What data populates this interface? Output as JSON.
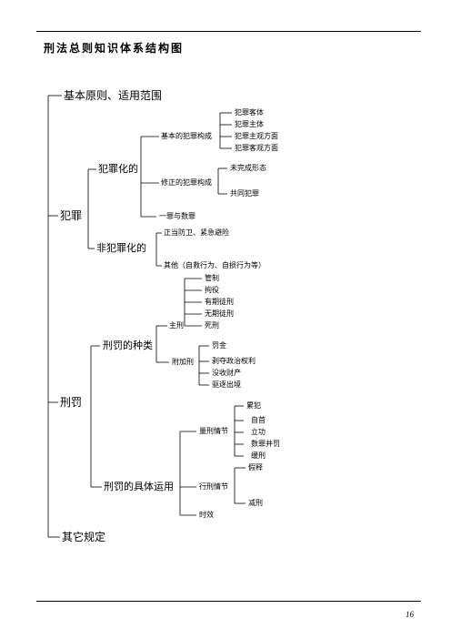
{
  "document": {
    "title": "刑法总则知识体系结构图",
    "page_number": "16"
  },
  "tree": {
    "basic_principles": "基本原则、适用范围",
    "crime": {
      "label": "犯罪",
      "criminalizing": {
        "label": "犯罪化的",
        "basic_constitution": {
          "label": "基本的犯罪构成",
          "items": [
            "犯罪客体",
            "犯罪主体",
            "犯罪主观方面",
            "犯罪客观方面"
          ]
        },
        "modified_constitution": {
          "label": "修正的犯罪构成",
          "items": [
            "未完成形态",
            "共同犯罪"
          ]
        },
        "one_or_several": "一罪与数罪"
      },
      "decriminalizing": {
        "label": "非犯罪化的",
        "items": [
          "正当防卫、紧急避险",
          "其他（自救行为、自损行为等）"
        ]
      }
    },
    "punishment": {
      "label": "刑罚",
      "types": {
        "label": "刑罚的种类",
        "principal": {
          "label": "主刑",
          "items": [
            "管制",
            "拘役",
            "有期徒刑",
            "无期徒刑",
            "死刑"
          ]
        },
        "supplementary": {
          "label": "附加刑",
          "items": [
            "罚金",
            "剥夺政治权利",
            "没收财产",
            "驱逐出境"
          ]
        }
      },
      "application": {
        "label": "刑罚的具体运用",
        "sentencing": {
          "label": "量刑情节",
          "items": [
            "累犯",
            "自首",
            "立功",
            "数罪并罚",
            "缓刑"
          ]
        },
        "execution": {
          "label": "行刑情节",
          "items": [
            "假释",
            "减刑"
          ]
        },
        "limitation": "时效"
      }
    },
    "other": "其它规定"
  }
}
